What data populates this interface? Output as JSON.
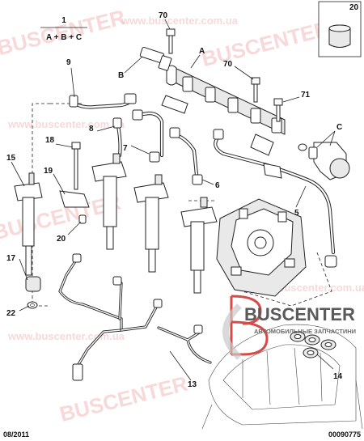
{
  "formula": {
    "number": "1",
    "expression": "A + B + C"
  },
  "callouts": {
    "n20": "20",
    "n70a": "70",
    "n70b": "70",
    "n71": "71",
    "n9": "9",
    "a": "A",
    "b": "B",
    "c": "C",
    "n8": "8",
    "n18": "18",
    "n15": "15",
    "n19": "19",
    "n7": "7",
    "n6": "6",
    "n5": "5",
    "n20b": "20",
    "n17": "17",
    "n22": "22",
    "n13": "13",
    "n14": "14"
  },
  "watermark": {
    "text": "BUSCENTER",
    "domain": "www.buscenter.com.ua",
    "tagline": "АВТОМОБИЛЬНЫЕ ЗАПЧАСТИНИ"
  },
  "footer": {
    "date": "08/2011",
    "ref": "00090775"
  },
  "colors": {
    "watermark": "#f3b9b9",
    "logo_red": "#d64a4a",
    "ink": "#222222"
  }
}
